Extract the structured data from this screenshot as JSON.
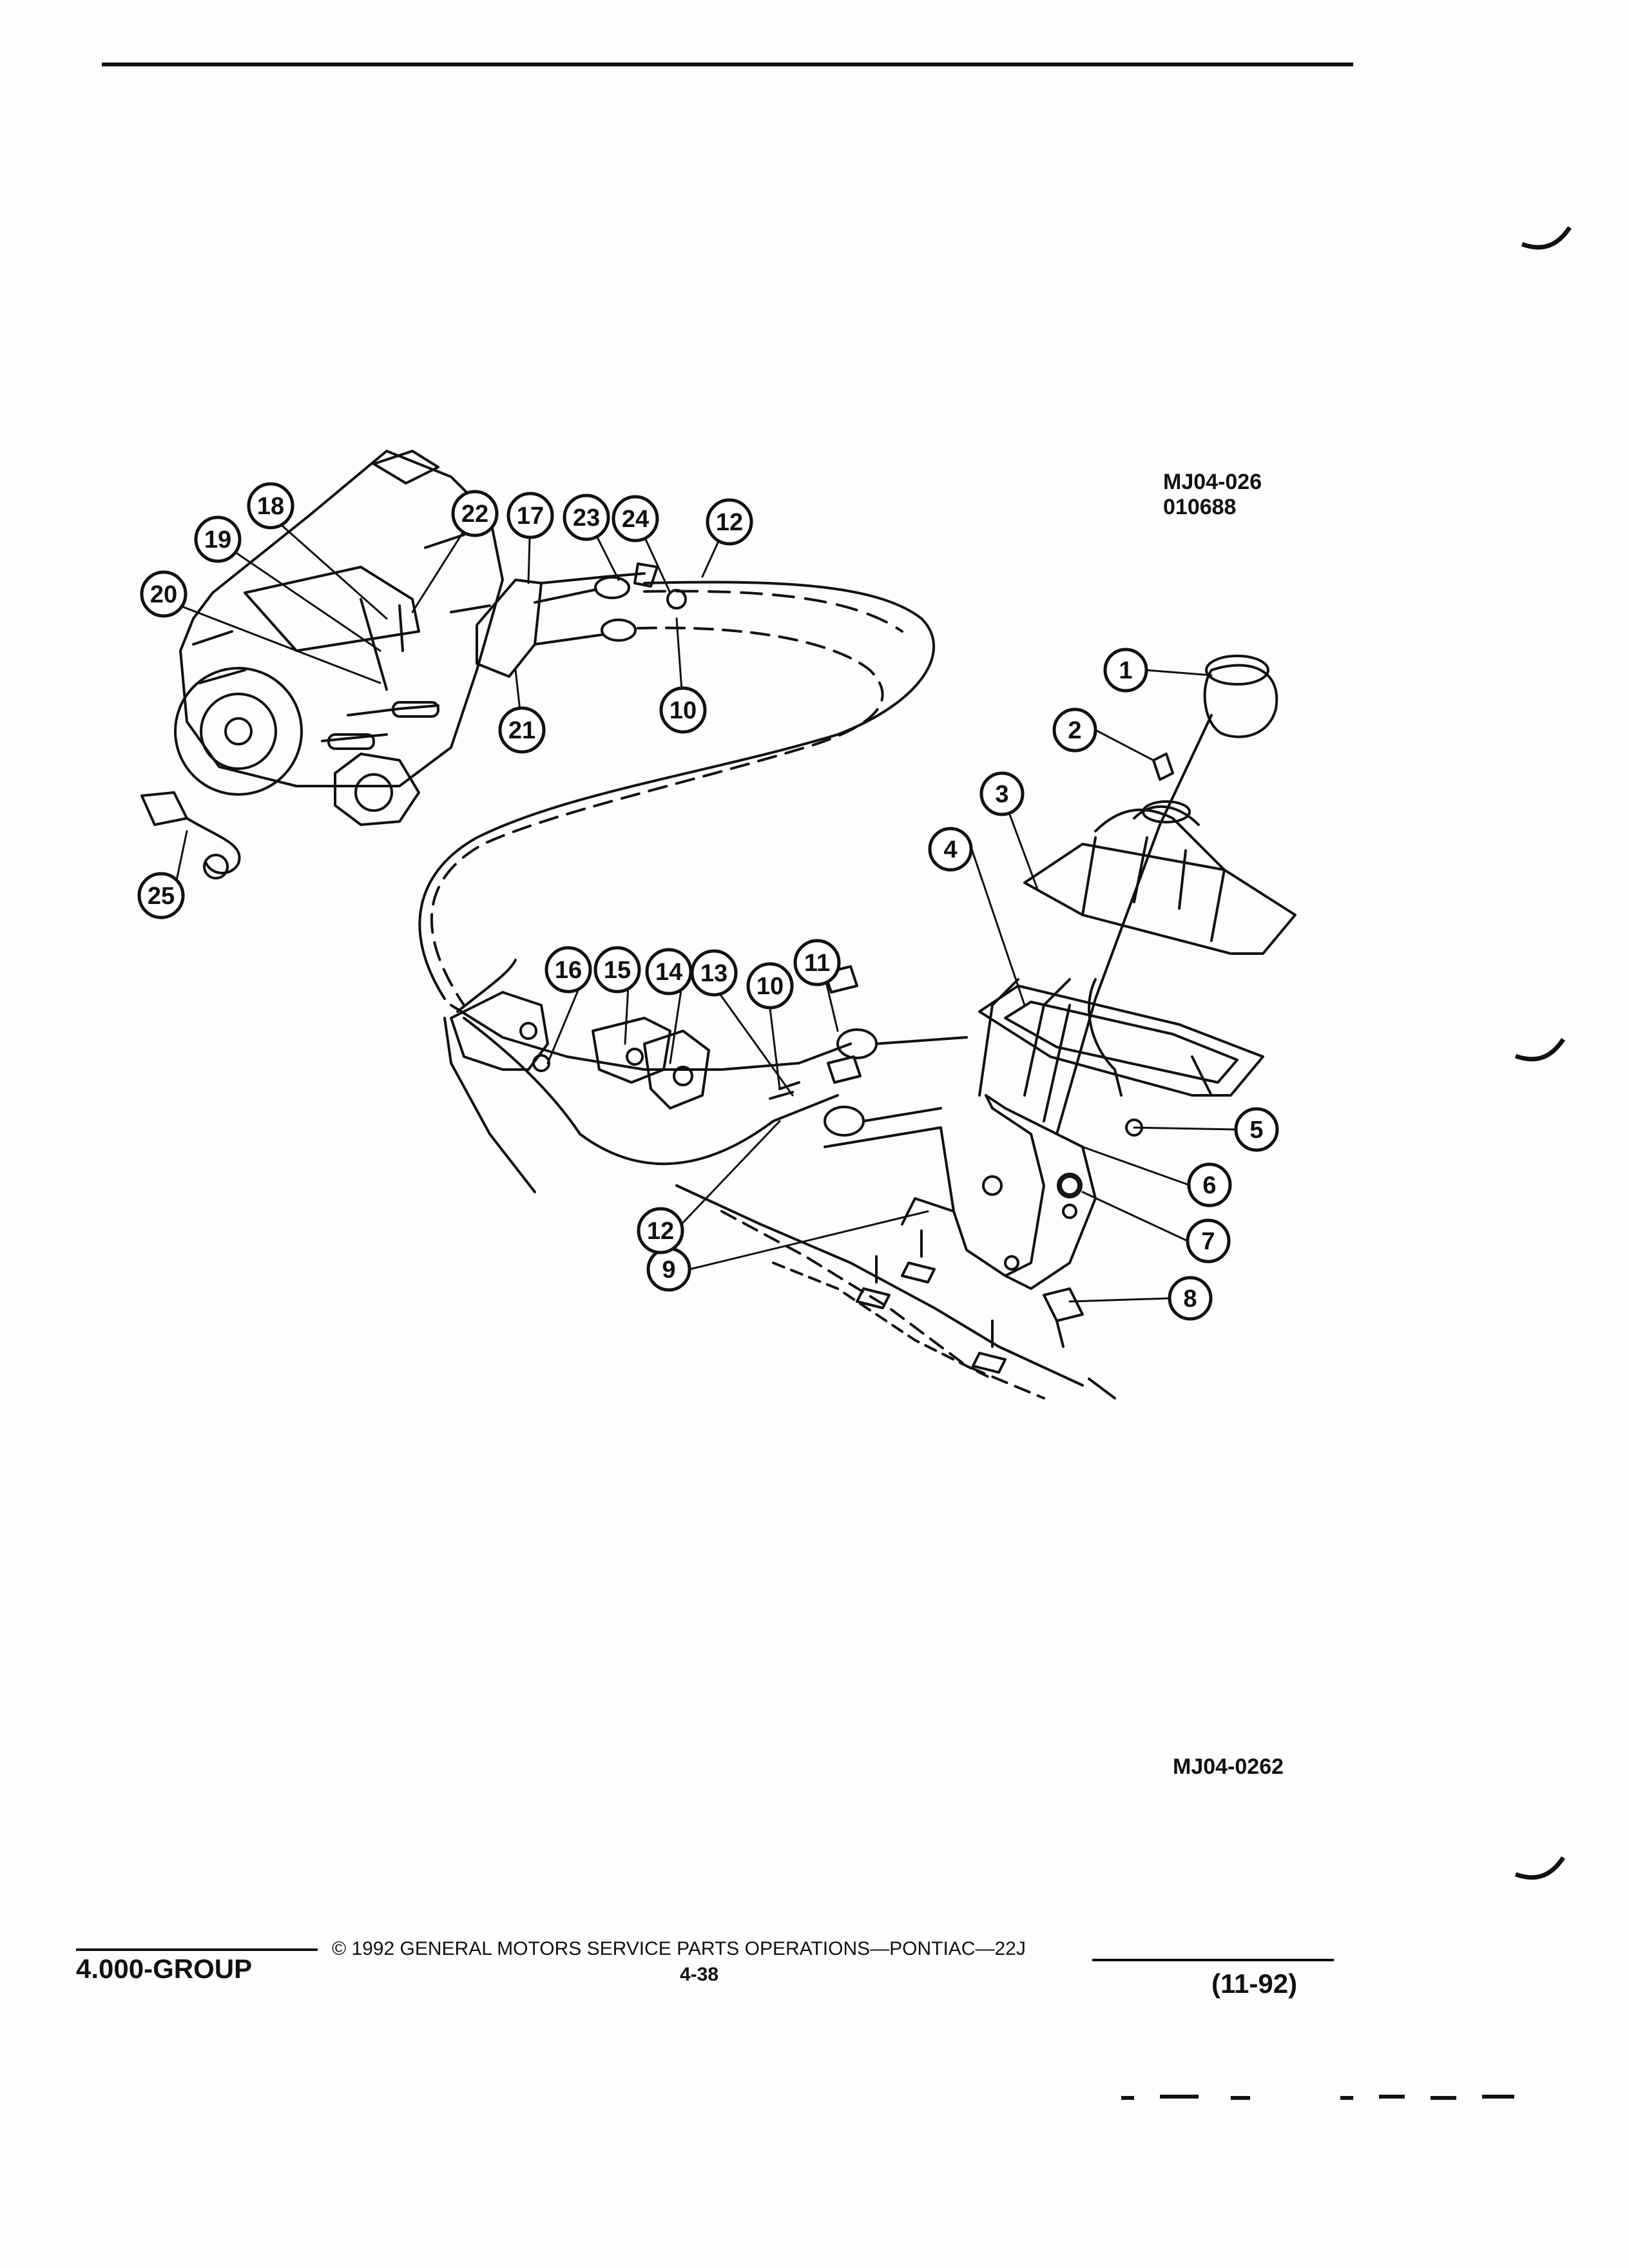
{
  "figure": {
    "ref_codes": [
      "MJ04-026",
      "010688"
    ],
    "bottom_code": "MJ04-0262",
    "callouts": [
      {
        "n": "1",
        "name": "callout-1"
      },
      {
        "n": "2",
        "name": "callout-2"
      },
      {
        "n": "3",
        "name": "callout-3"
      },
      {
        "n": "4",
        "name": "callout-4"
      },
      {
        "n": "5",
        "name": "callout-5"
      },
      {
        "n": "6",
        "name": "callout-6"
      },
      {
        "n": "7",
        "name": "callout-7"
      },
      {
        "n": "8",
        "name": "callout-8"
      },
      {
        "n": "9",
        "name": "callout-9"
      },
      {
        "n": "10",
        "name": "callout-10-upper"
      },
      {
        "n": "10",
        "name": "callout-10-lower"
      },
      {
        "n": "11",
        "name": "callout-11"
      },
      {
        "n": "12",
        "name": "callout-12-upper"
      },
      {
        "n": "12",
        "name": "callout-12-lower"
      },
      {
        "n": "13",
        "name": "callout-13"
      },
      {
        "n": "14",
        "name": "callout-14"
      },
      {
        "n": "15",
        "name": "callout-15"
      },
      {
        "n": "16",
        "name": "callout-16"
      },
      {
        "n": "17",
        "name": "callout-17"
      },
      {
        "n": "18",
        "name": "callout-18"
      },
      {
        "n": "19",
        "name": "callout-19"
      },
      {
        "n": "20",
        "name": "callout-20"
      },
      {
        "n": "21",
        "name": "callout-21"
      },
      {
        "n": "22",
        "name": "callout-22"
      },
      {
        "n": "23",
        "name": "callout-23"
      },
      {
        "n": "24",
        "name": "callout-24"
      },
      {
        "n": "25",
        "name": "callout-25"
      }
    ]
  },
  "footer": {
    "group": "4.000-GROUP",
    "copyright": "© 1992 GENERAL MOTORS SERVICE PARTS OPERATIONS—PONTIAC—22J",
    "page": "4-38",
    "date": "(11-92)"
  }
}
